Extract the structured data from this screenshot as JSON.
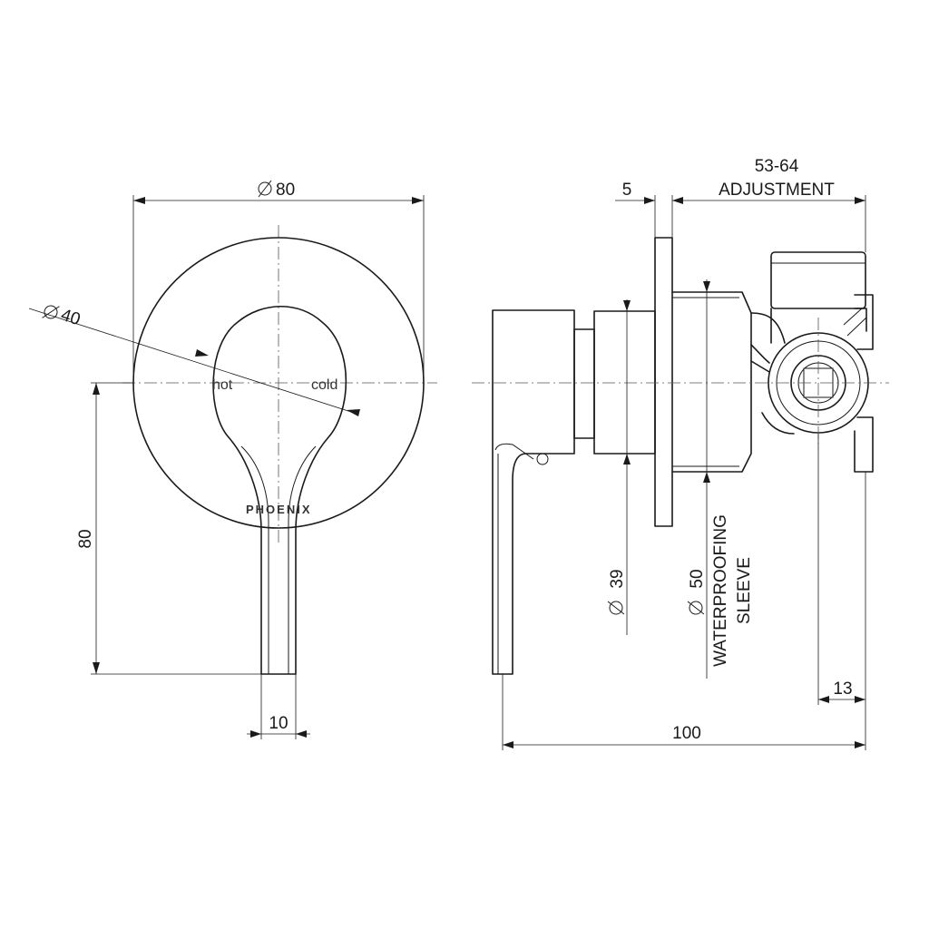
{
  "front_view": {
    "plate_diameter": "80",
    "handle_hub_diameter": "40",
    "label_hot": "hot",
    "label_cold": "cold",
    "brand": "PHOENIX",
    "overall_height": "80",
    "lever_width": "10"
  },
  "side_view": {
    "plate_thickness": "5",
    "adjustment_range": "53-64",
    "adjustment_label": "ADJUSTMENT",
    "spindle_diameter": "39",
    "sleeve_diameter": "50",
    "sleeve_label_line1": "WATERPROOFING",
    "sleeve_label_line2": "SLEEVE",
    "inlet_offset": "13",
    "overall_depth": "100"
  }
}
